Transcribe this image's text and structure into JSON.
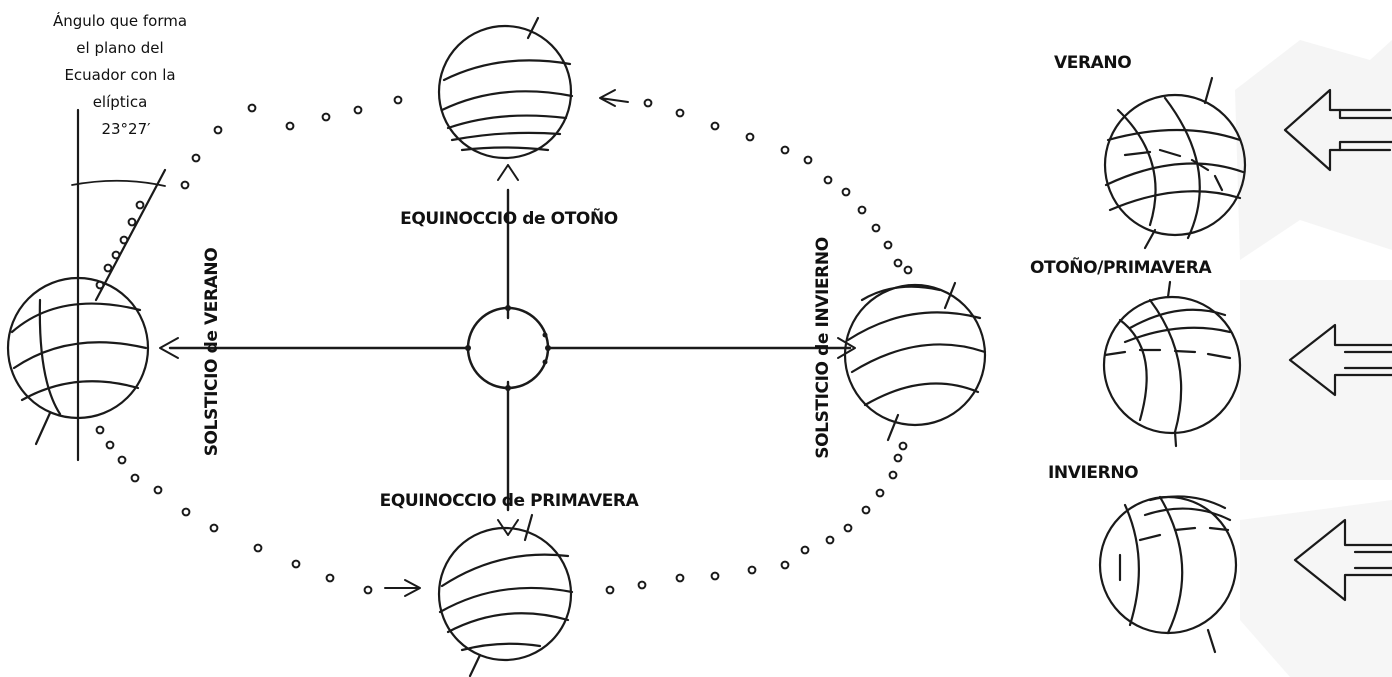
{
  "annotation": {
    "lines": [
      "Ángulo que forma",
      "el plano del",
      "Ecuador con la",
      "elíptica"
    ],
    "angle": "23°27′"
  },
  "orbit_labels": {
    "autumn_equinox": "EQUINOCCIO de OTOÑO",
    "spring_equinox": "EQUINOCCIO de PRIMAVERA",
    "summer_solstice": "SOLSTICIO de VERANO",
    "winter_solstice": "SOLSTICIO de INVIERNO"
  },
  "season_panel": {
    "summer": "VERANO",
    "autumn_spring": "OTOÑO/PRIMAVERA",
    "winter": "INVIERNO"
  },
  "colors": {
    "ink": "#1a1a1a",
    "watermark": "#ebebeb",
    "background": "#ffffff"
  }
}
